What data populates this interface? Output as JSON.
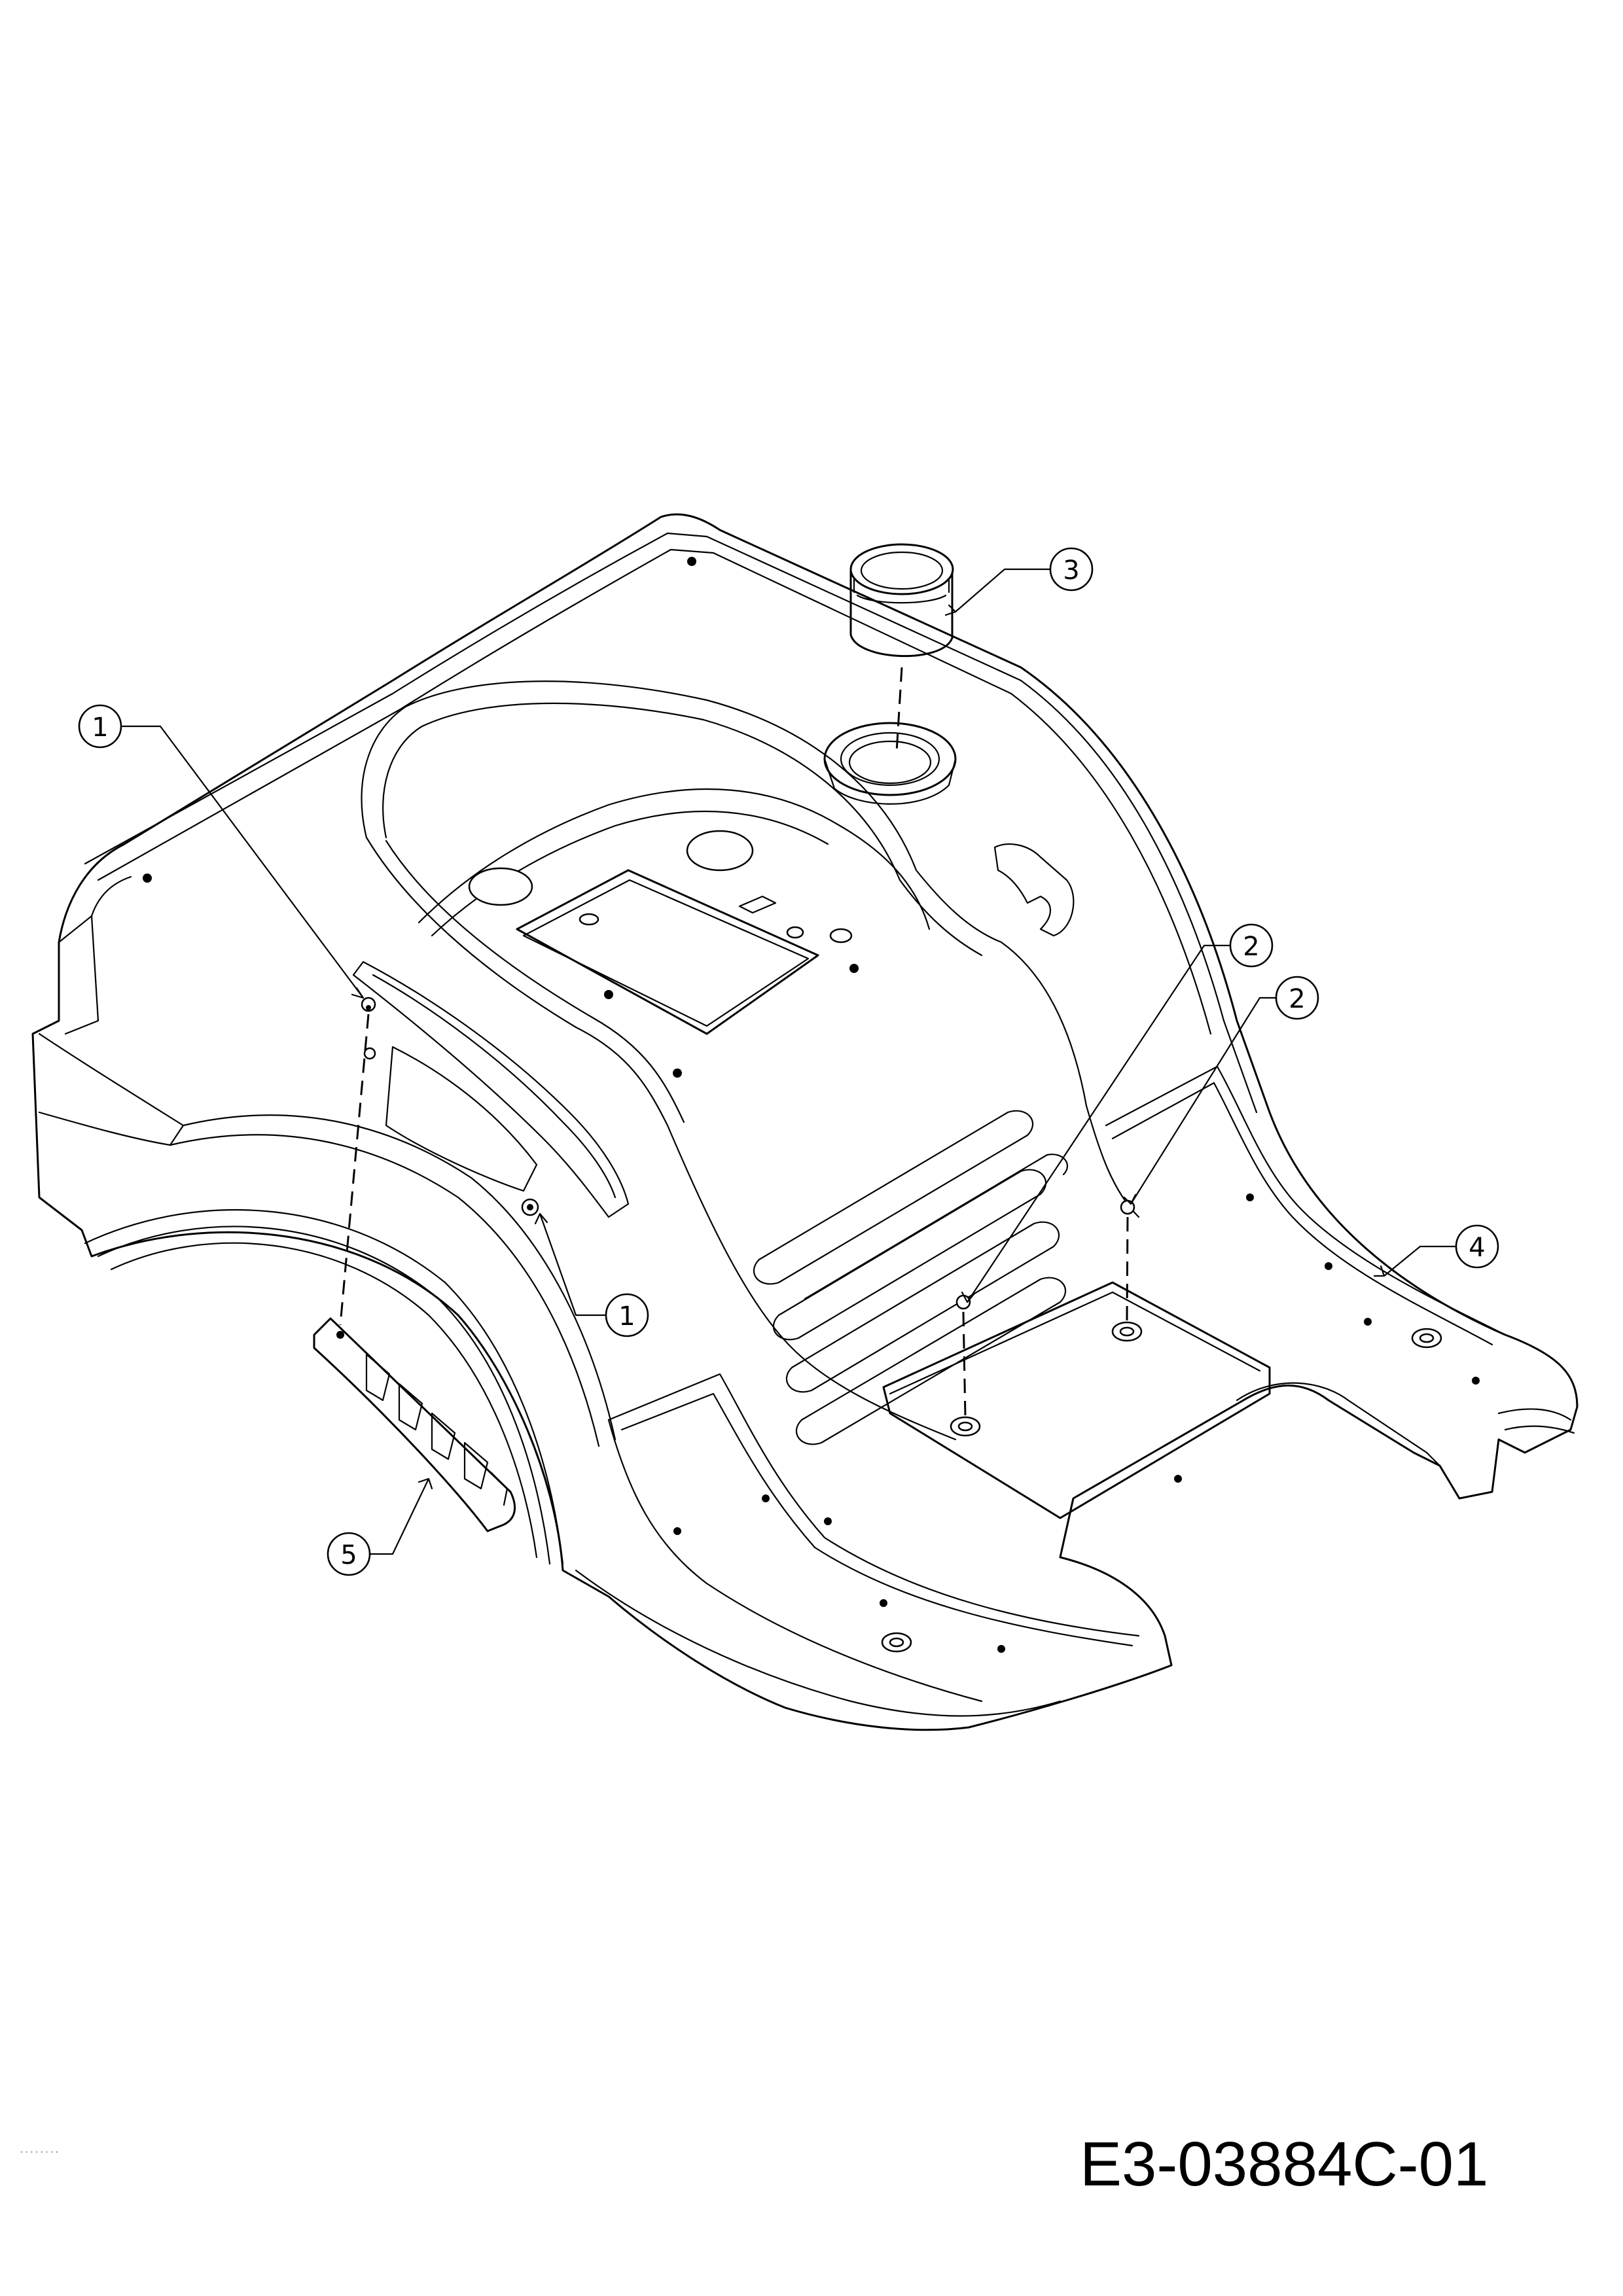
{
  "drawing": {
    "code": "E3-03884C-01",
    "margin_dots": "........",
    "callouts": [
      {
        "id": "c1a",
        "label": "1"
      },
      {
        "id": "c1b",
        "label": "1"
      },
      {
        "id": "c2a",
        "label": "2"
      },
      {
        "id": "c2b",
        "label": "2"
      },
      {
        "id": "c3",
        "label": "3"
      },
      {
        "id": "c4",
        "label": "4"
      },
      {
        "id": "c5",
        "label": "5"
      }
    ]
  }
}
